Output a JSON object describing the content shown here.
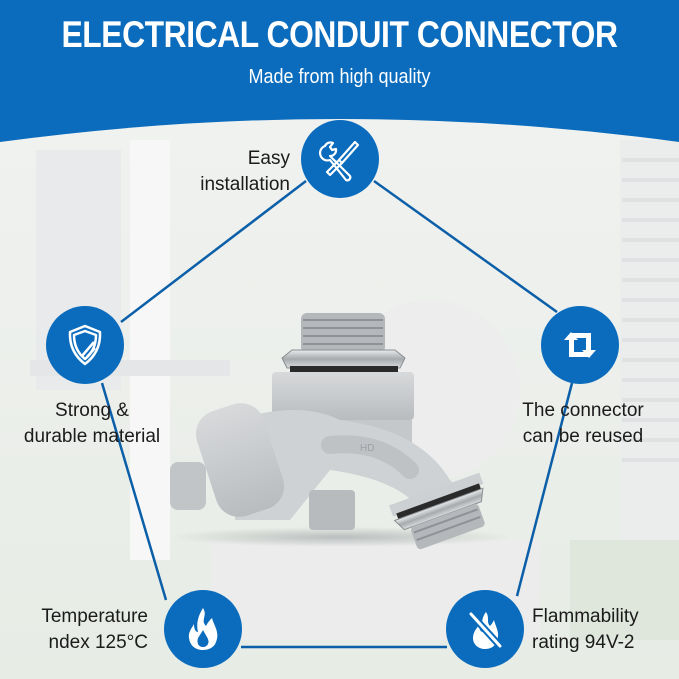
{
  "header": {
    "title": "ELECTRICAL CONDUIT CONNECTOR",
    "subtitle": "Made from high quality"
  },
  "colors": {
    "brand_blue": "#0b6cbd",
    "text_dark": "#1b1b1b",
    "background": "#f4f5f4"
  },
  "product": {
    "name": "Electrical conduit connector (90° elbow)",
    "marking": "HD"
  },
  "features": [
    {
      "id": "easy-installation",
      "label_line1": "Easy",
      "label_line2": "installation",
      "icon": "wrench-screwdriver-icon"
    },
    {
      "id": "strong-durable",
      "label_line1": "Strong &",
      "label_line2": "durable material",
      "icon": "shield-icon"
    },
    {
      "id": "reusable",
      "label_line1": "The connector",
      "label_line2": "can be reused",
      "icon": "repeat-arrows-icon"
    },
    {
      "id": "temperature",
      "label_line1": "Temperature",
      "label_line2": "ndex 125°C",
      "icon": "flame-icon"
    },
    {
      "id": "flammability",
      "label_line1": "Flammability",
      "label_line2": "rating 94V-2",
      "icon": "no-flame-icon"
    }
  ]
}
